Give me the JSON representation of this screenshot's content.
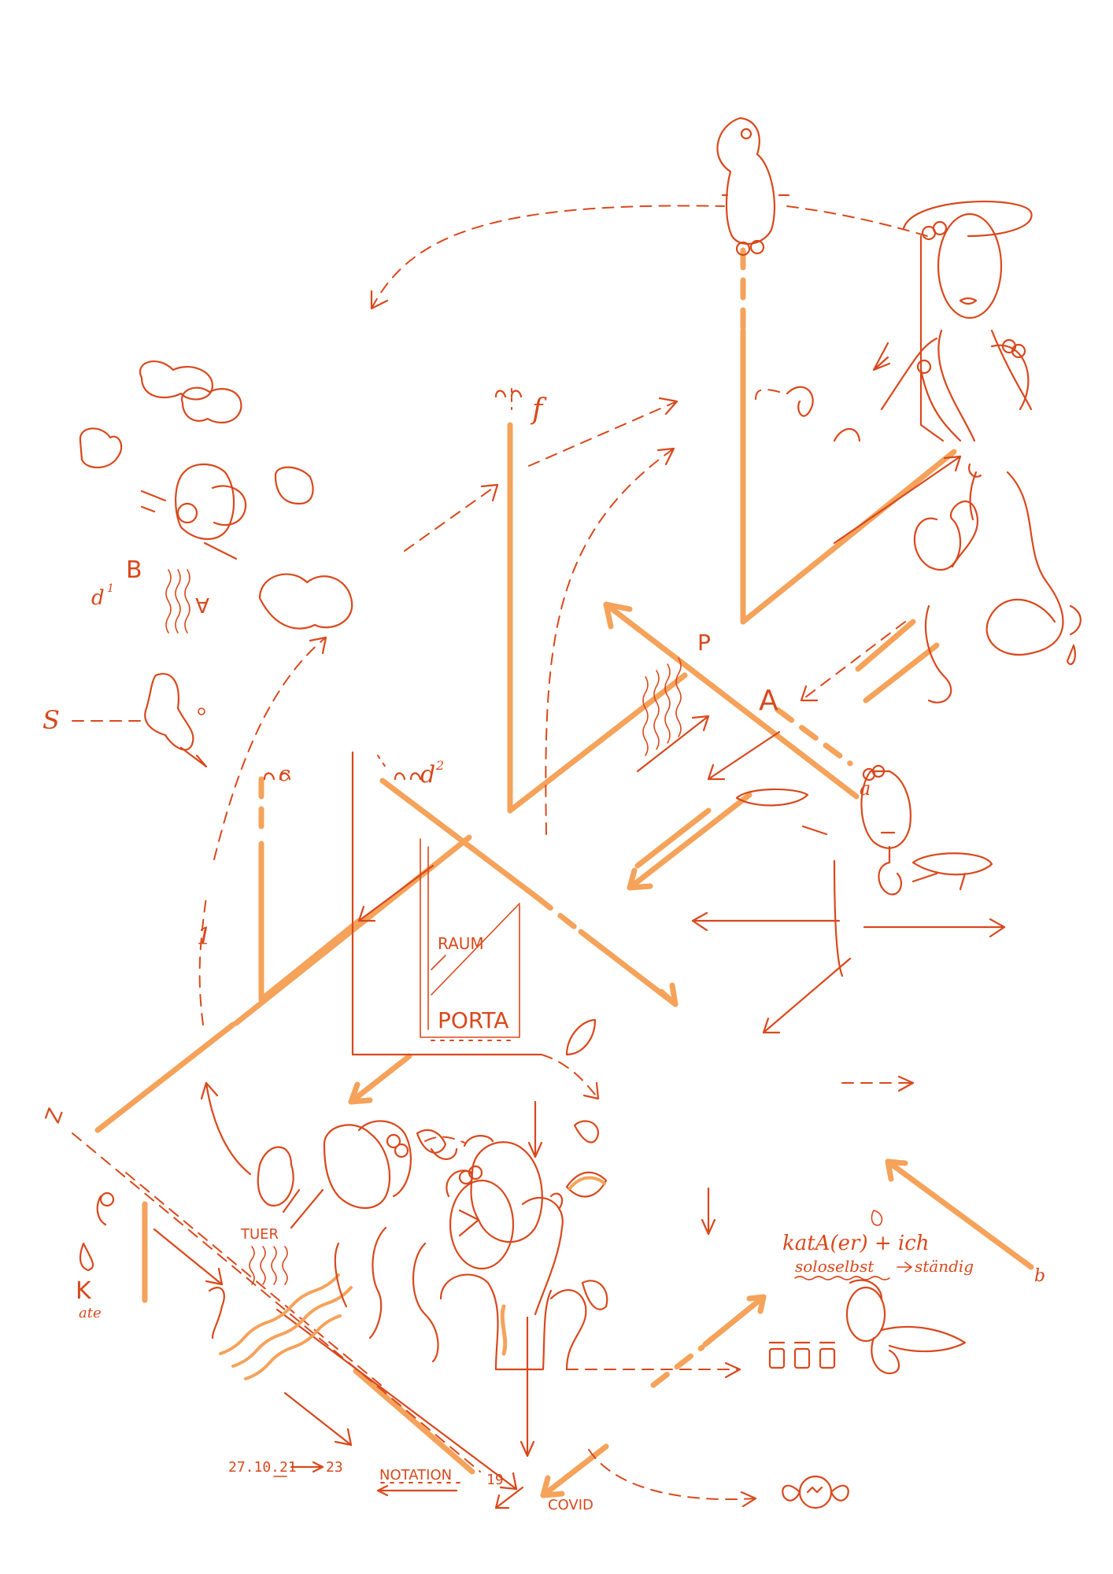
{
  "labels": {
    "f": "f",
    "p": "P",
    "A_center": "A",
    "a": "a",
    "b": "b",
    "c": "c",
    "d2": "d",
    "d2_sup": "2",
    "B": "B",
    "A_left": "A",
    "d1": "d",
    "d1_sup": "1",
    "s": "S",
    "z": "Z",
    "kate_k": "K",
    "kate_ate": "ate",
    "one": "1",
    "raum": "RAUM",
    "porta": "PORTA",
    "tuer": "TUER",
    "kata_line": "katA(er) + ich",
    "solo_left": "soloselbst",
    "solo_right": "ständig",
    "date": "27.10.21",
    "num23": "23",
    "notation": "NOTATION",
    "num19": "19",
    "covid": "COVID"
  },
  "colors": {
    "ink": "#d9481c",
    "marker": "#f5a25a",
    "paper": "#ffffff"
  }
}
